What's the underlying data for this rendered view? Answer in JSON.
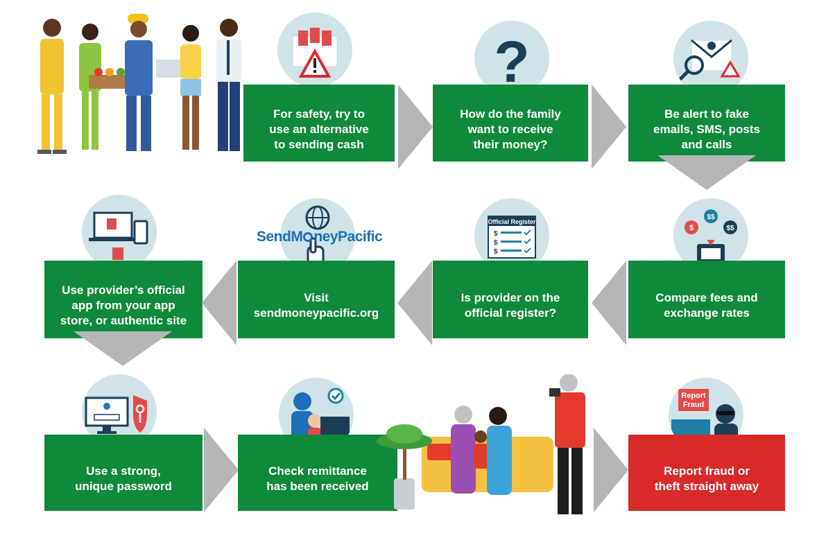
{
  "steps": [
    {
      "id": "alternative-to-cash",
      "text": "For safety, try to\nuse an alternative\nto sending cash"
    },
    {
      "id": "family-receive",
      "text": "How do the family\nwant to receive\ntheir money?"
    },
    {
      "id": "alert-fake",
      "text": "Be alert to fake\nemails, SMS, posts\nand calls"
    },
    {
      "id": "compare-fees",
      "text": "Compare fees and\nexchange rates"
    },
    {
      "id": "official-register",
      "text": "Is provider on the\nofficial register?"
    },
    {
      "id": "visit-site",
      "text": "Visit\nsendmoneypacific.org"
    },
    {
      "id": "official-app",
      "text": "Use provider’s official\napp from your app\nstore, or authentic site"
    },
    {
      "id": "strong-password",
      "text": "Use a strong,\nunique password"
    },
    {
      "id": "check-remittance",
      "text": "Check remittance\nhas been received"
    },
    {
      "id": "report-fraud",
      "text": "Report fraud or\ntheft straight away"
    }
  ],
  "icons": {
    "question_mark": "?",
    "register_title": "Official Register",
    "report_sign_line1": "Report",
    "report_sign_line2": "Fraud",
    "logo_part1": "SendM",
    "logo_part2": "ney",
    "logo_part3": "Pacific",
    "dollar_pair": "$$",
    "dollar": "$"
  },
  "colors": {
    "green": "#0f8a3c",
    "red": "#d92a2a",
    "arrow_gray": "#b3b5b7",
    "circle_bg": "#cfe3e8"
  }
}
